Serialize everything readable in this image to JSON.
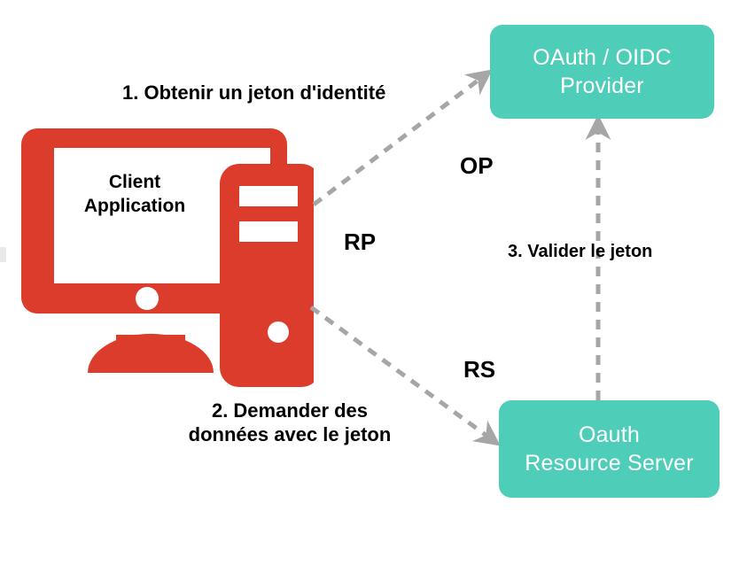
{
  "diagram": {
    "title": "OAuth / OIDC flow (French)",
    "colors": {
      "accent_red": "#DC3C2C",
      "accent_teal": "#4ECDB8",
      "arrow_gray": "#A6A6A6",
      "text_black": "#000000",
      "background": "#FFFFFF"
    },
    "nodes": [
      {
        "id": "client",
        "label": "Client\nApplication",
        "role_tag": "RP",
        "icon": "desktop-computer-icon",
        "color": "#DC3C2C"
      },
      {
        "id": "op",
        "label": "OAuth / OIDC\nProvider",
        "role_tag": "OP",
        "color": "#4ECDB8"
      },
      {
        "id": "rs",
        "label": "Oauth\nResource Server",
        "role_tag": "RS",
        "color": "#4ECDB8"
      }
    ],
    "edges": [
      {
        "id": "step1",
        "label": "1. Obtenir un jeton d'identité",
        "from": "client",
        "to": "op",
        "style": "dashed",
        "arrowhead": true
      },
      {
        "id": "step2",
        "label": "2. Demander des\ndonnées avec le jeton",
        "from": "client",
        "to": "rs",
        "style": "dashed",
        "arrowhead": true
      },
      {
        "id": "step3",
        "label": "3. Valider le jeton",
        "from": "rs",
        "to": "op",
        "style": "dashed",
        "arrowhead": true
      }
    ],
    "role_tags": {
      "op": "OP",
      "rp": "RP",
      "rs": "RS"
    }
  }
}
